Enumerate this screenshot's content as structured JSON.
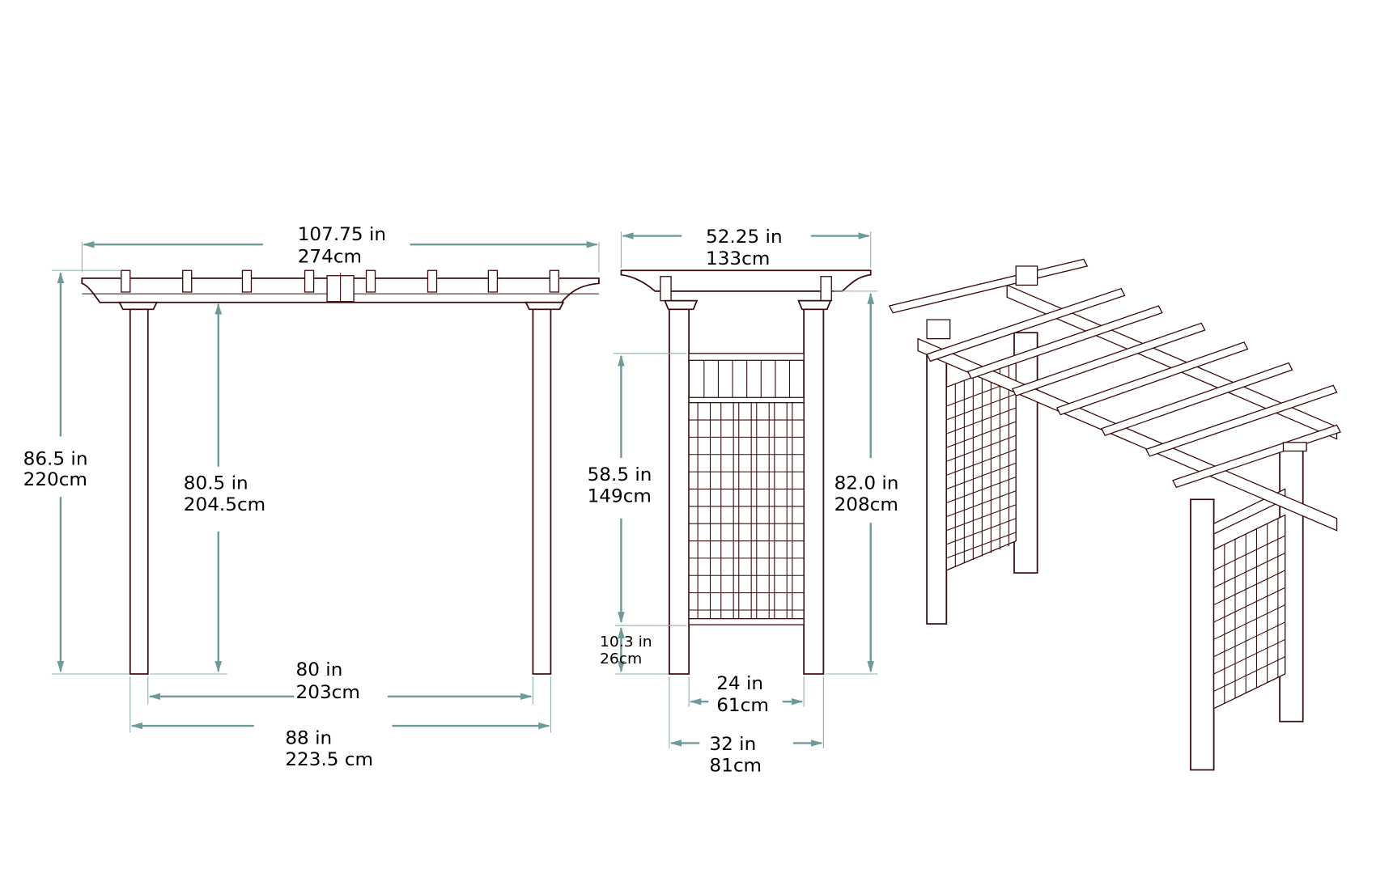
{
  "title": "Pergola dimension drawing",
  "colors": {
    "dimension_line": "#6f9a9a",
    "drawing_line": "#3a0a0a",
    "background": "#ffffff"
  },
  "front_view": {
    "overall_width": {
      "in": "107.75 in",
      "cm": "274cm"
    },
    "overall_height": {
      "in": "86.5 in",
      "cm": "220cm"
    },
    "clear_height": {
      "in": "80.5 in",
      "cm": "204.5cm"
    },
    "inner_post_span": {
      "in": "80 in",
      "cm": "203cm"
    },
    "outer_post_span": {
      "in": "88 in",
      "cm": "223.5 cm"
    }
  },
  "side_view": {
    "overall_depth": {
      "in": "52.25 in",
      "cm": "133cm"
    },
    "trellis_height": {
      "in": "58.5 in",
      "cm": "149cm"
    },
    "trellis_clearance": {
      "in": "10.3 in",
      "cm": "26cm"
    },
    "post_height": {
      "in": "82.0 in",
      "cm": "208cm"
    },
    "inner_post_span": {
      "in": "24 in",
      "cm": "61cm"
    },
    "outer_post_span": {
      "in": "32 in",
      "cm": "81cm"
    }
  },
  "isometric_view": {
    "label": "isometric-pergola"
  }
}
